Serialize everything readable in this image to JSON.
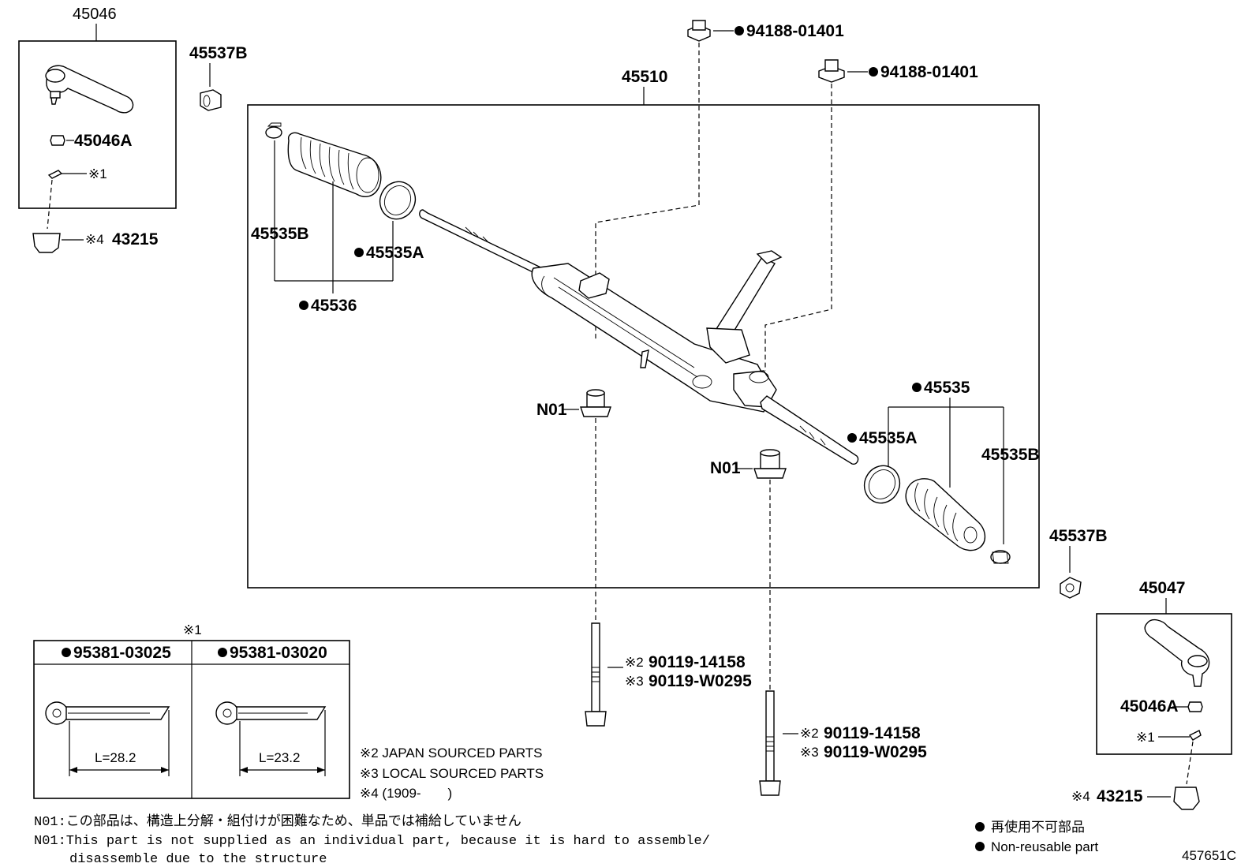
{
  "diagram_id": "457651C",
  "parts": {
    "tie_rod_end_left": "45046",
    "tie_rod_end_right": "45047",
    "lock_nut_left": "45537B",
    "lock_nut_right": "45537B",
    "rack_assembly": "45510",
    "nut_upper_left": "94188-01401",
    "nut_upper_right": "94188-01401",
    "boot_clip_left": "45535B",
    "boot_band_left": "45535A",
    "boot_kit_left": "45536",
    "boot_kit_right": "45535",
    "boot_band_right": "45535A",
    "boot_clip_right": "45535B",
    "bushing_left": "N01",
    "bushing_right": "N01",
    "ball_joint_nut_left": "45046A",
    "ball_joint_nut_right": "45046A",
    "cotter_note_left": "※1",
    "cotter_note_right": "※1",
    "boot_bottom_left": "43215",
    "boot_bottom_left_note": "※4",
    "boot_bottom_right": "43215",
    "boot_bottom_right_note": "※4",
    "bolt_left_1": "90119-14158",
    "bolt_left_1_note": "※2",
    "bolt_left_2": "90119-W0295",
    "bolt_left_2_note": "※3",
    "bolt_right_1": "90119-14158",
    "bolt_right_1_note": "※2",
    "bolt_right_2": "90119-W0295",
    "bolt_right_2_note": "※3"
  },
  "cotter_table": {
    "title": "※1",
    "col1_part": "95381-03025",
    "col1_length": "L=28.2",
    "col2_part": "95381-03020",
    "col2_length": "L=23.2"
  },
  "notes": {
    "note2": "※2 JAPAN SOURCED PARTS",
    "note3": "※3 LOCAL SOURCED PARTS",
    "note4": "※4 (1909-　　)",
    "n01_ja": "N01:この部品は、構造上分解・組付けが困難なため、単品では補給していません",
    "n01_en_1": "N01:This part is not supplied as an individual part, because it is hard to assemble/",
    "n01_en_2": "disassemble due to the structure"
  },
  "legend": {
    "ja": "再使用不可部品",
    "en": "Non-reusable part"
  }
}
